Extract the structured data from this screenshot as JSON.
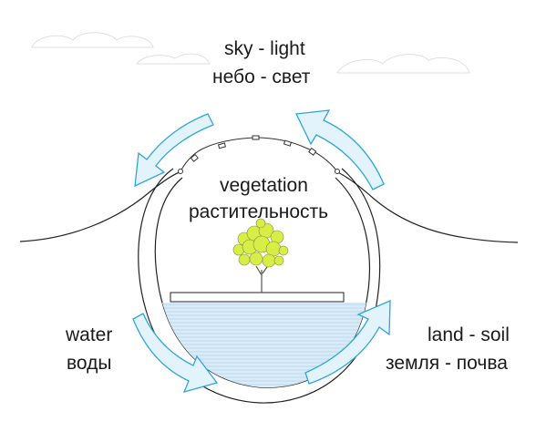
{
  "labels": {
    "sky_en": "sky - light",
    "sky_ru": "небо - свет",
    "vegetation_en": "vegetation",
    "vegetation_ru": "растительность",
    "water_en": "water",
    "water_ru": "воды",
    "land_en": "land - soil",
    "land_ru": "земля  - почва"
  },
  "colors": {
    "arrow_fill": "#dff2fb",
    "arrow_stroke": "#2ea6dc",
    "line": "#222222",
    "water_fill": "#cfe5f4",
    "foliage": "#d6ec4a",
    "foliage_dark": "#8a9a4a",
    "cloud": "#e3e3e3"
  }
}
